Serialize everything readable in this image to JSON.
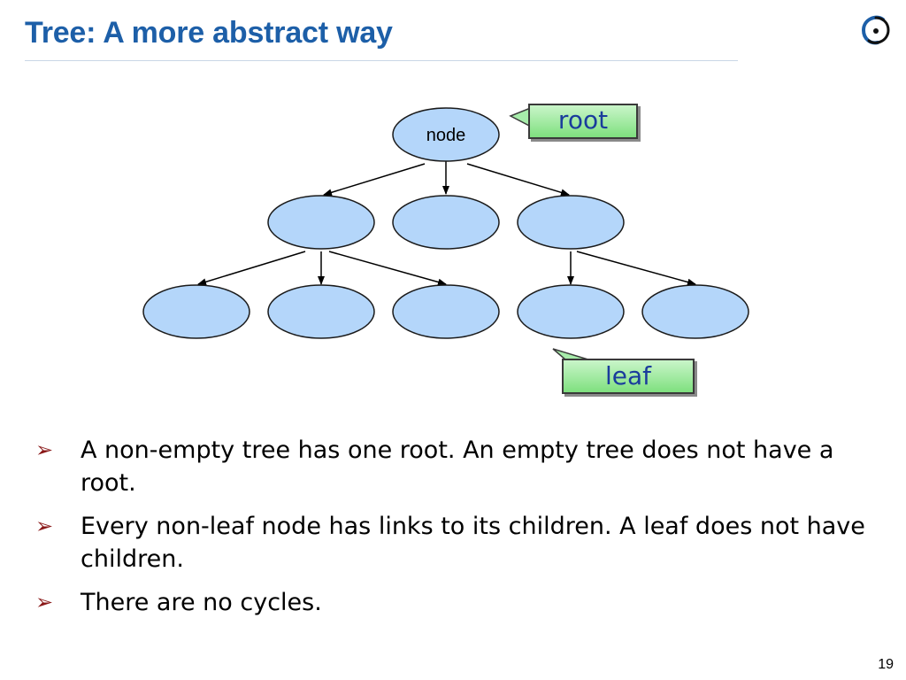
{
  "slide": {
    "title": "Tree: A more abstract way",
    "page_number": "19"
  },
  "diagram": {
    "root_node_label": "node",
    "callouts": {
      "root": "root",
      "leaf": "leaf"
    },
    "colors": {
      "node_fill": "#b4d6fa",
      "node_stroke": "#1a1a1a",
      "edge": "#000000",
      "callout_text": "#1a3c9c"
    }
  },
  "bullets": [
    {
      "marker": "➢",
      "text": "A non-empty tree has one root. An empty tree does not have a root."
    },
    {
      "marker": "➢",
      "text": "Every non-leaf node has links to its children. A leaf does not have children."
    },
    {
      "marker": "➢",
      "text": "There are no cycles."
    }
  ],
  "colors": {
    "title": "#1d5fa8",
    "bullet_marker": "#8a1818"
  }
}
